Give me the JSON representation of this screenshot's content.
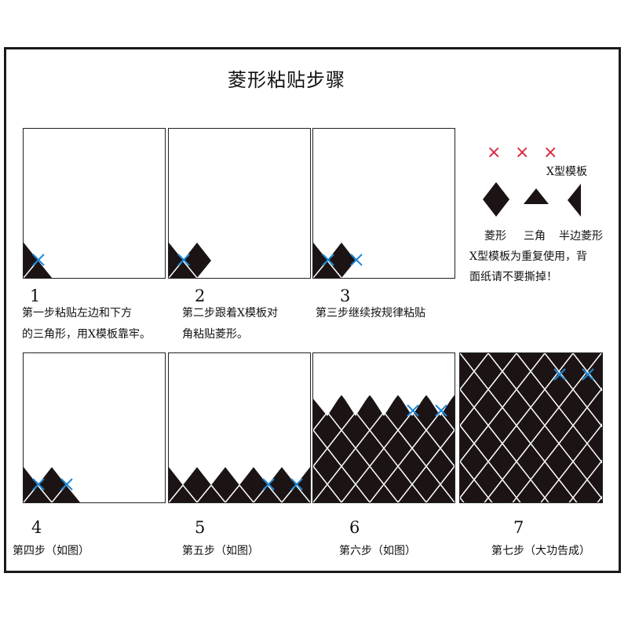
{
  "title": "菱形粘贴步骤",
  "steps": [
    {
      "num": "1",
      "line1": "第一步粘贴左边和下方",
      "line2": "的三角形，用X模板靠牢。"
    },
    {
      "num": "2",
      "line1": "第二步跟着X模板对",
      "line2": "角粘贴菱形。"
    },
    {
      "num": "3",
      "line1": "第三步继续按规律粘贴"
    },
    {
      "num": "4",
      "line1": "第四步（如图）"
    },
    {
      "num": "5",
      "line1": "第五步（如图）"
    },
    {
      "num": "6",
      "line1": "第六步（如图）"
    },
    {
      "num": "7",
      "line1": "第七步（大功告成）"
    }
  ],
  "legend": {
    "x_marks": [
      "×",
      "×",
      "×"
    ],
    "x_template_label": "X型模板",
    "shape_labels": [
      "菱形",
      "三角",
      "半边菱形"
    ],
    "note_line1": "X型模板为重复使用，背",
    "note_line2": "面纸请不要撕掉！"
  },
  "colors": {
    "tile": "#1c1414",
    "grout": "#ffffff",
    "x_blue": "#1e88d8",
    "x_red": "#d9233a"
  }
}
